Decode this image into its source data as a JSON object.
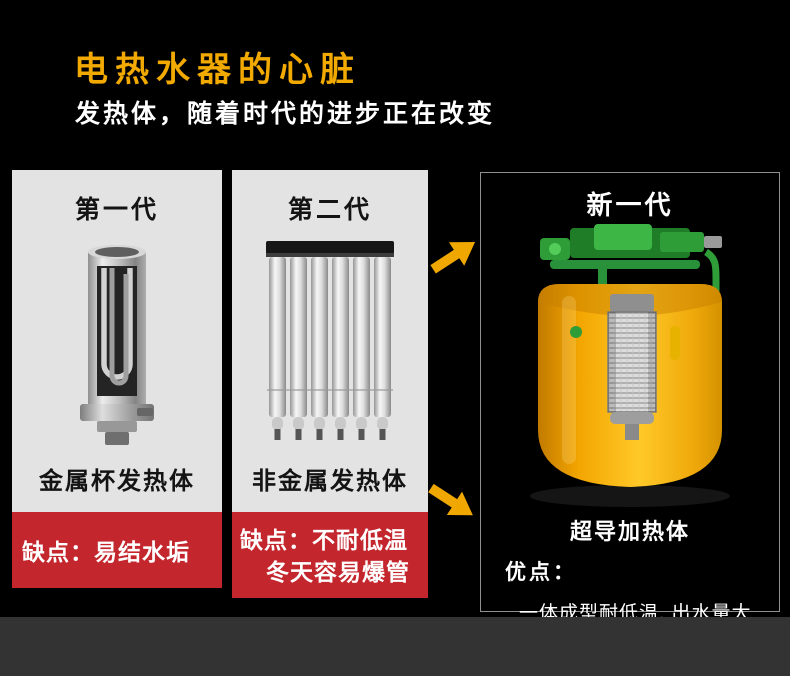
{
  "header": {
    "title": "电热水器的心脏",
    "subtitle": "发热体，随着时代的进步正在改变"
  },
  "gen1": {
    "name": "第一代",
    "label": "金属杯发热体",
    "con": "缺点：易结水垢"
  },
  "gen2": {
    "name": "第二代",
    "label": "非金属发热体",
    "con_line1": "缺点：不耐低温",
    "con_line2": "冬天容易爆管"
  },
  "gen3": {
    "name": "新一代",
    "label": "超导加热体",
    "pro_title": "优点：",
    "pro_text": "一体成型耐低温, 出水量大"
  },
  "icons": {
    "gen1_image": "metal-cup-heating-element",
    "gen2_image": "nonmetal-tube-heating-element",
    "gen3_image": "superconducting-heater-tank",
    "arrow_top": "yellow-arrow-up-right",
    "arrow_bottom": "yellow-arrow-down-right"
  },
  "colors": {
    "background": "#000000",
    "accent_yellow": "#f2a900",
    "banner_red": "#c4262d",
    "panel_gray": "#e3e3e3",
    "footer_bar": "#333333",
    "tank_yellow": "#ffbf1e",
    "pipe_green": "#2f9e38"
  }
}
